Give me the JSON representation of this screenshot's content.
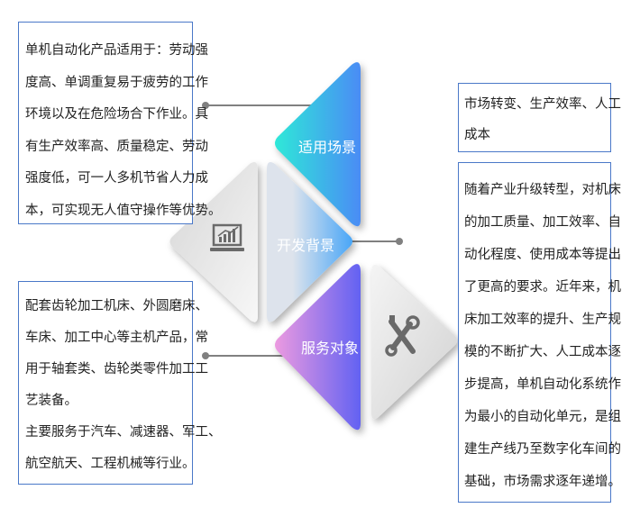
{
  "diagram": {
    "labels": {
      "applicable": "适用场景",
      "background": "开发背景",
      "service": "服务对象"
    },
    "icons": [
      "laptop-chart-icon",
      "tools-icon"
    ],
    "boxes": {
      "applicable": [
        "单机自动化产品适用于：劳动强",
        "度高、单调重复易于疲劳的工作",
        "环境以及在危险场合下作业。具",
        "有生产效率高、质量稳定、劳动",
        "强度低，可一人多机节省人力成",
        "本，可实现无人值守操作等优势。"
      ],
      "service": [
        "配套齿轮加工机床、外圆磨床、",
        "车床、加工中心等主机产品，常",
        "用于轴套类、齿轮类零件加工工",
        "艺装备。",
        "主要服务于汽车、减速器、军工、",
        "航空航天、工程机械等行业。"
      ],
      "background_summary": [
        "市场转变、生产效率、人工",
        "成本"
      ],
      "background_detail": [
        "随着产业升级转型，对机床",
        "的加工质量、加工效率、自",
        "动化程度、使用成本等提出",
        "了更高的要求。近年来，机",
        "床加工效率的提升、生产规",
        "模的不断扩大、人工成本逐",
        "步提高，单机自动化系统作",
        "为最小的自动化单元，是组",
        "建生产线乃至数字化车间的",
        "基础，市场需求逐年递增。"
      ]
    },
    "colors": {
      "border": "#4a78c8",
      "applicable_start": "#2ee8d8",
      "applicable_end": "#4a8cf5",
      "background_start": "#dde3ec",
      "background_end": "#49a6f7",
      "service_start": "#ec9ae0",
      "service_end": "#6262f2",
      "gray": "#e6e6e6",
      "connector": "#808080"
    }
  }
}
